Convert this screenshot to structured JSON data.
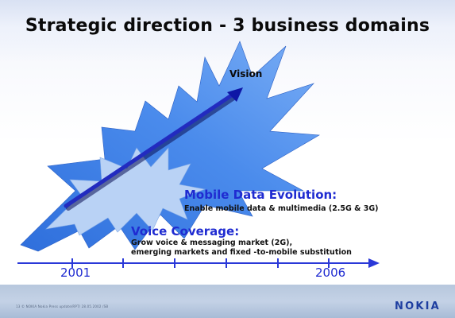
{
  "slide": {
    "title": "Strategic direction  - 3 business domains"
  },
  "diagram": {
    "vision_label": "Vision",
    "domains": [
      {
        "title": "Mobile Data Evolution:",
        "description": [
          "Enable mobile data & multimedia (2.5G & 3G)"
        ]
      },
      {
        "title": "Voice Coverage:",
        "description": [
          "Grow voice & messaging market (2G),",
          "emerging markets and fixed -to-mobile substitution"
        ]
      }
    ],
    "timeline": {
      "start_year": "2001",
      "end_year": "2006"
    },
    "colors": {
      "burst_outer": "#4a86e8",
      "burst_inner": "#b8d1f5",
      "arrow": "#1f2bd1",
      "accent_text": "#1f2bd1"
    }
  },
  "footer": {
    "small_text": "13   © NOKIA      Nokia Press update/RPT/ 28.05.2002 /SB",
    "logo": "NOKIA"
  }
}
